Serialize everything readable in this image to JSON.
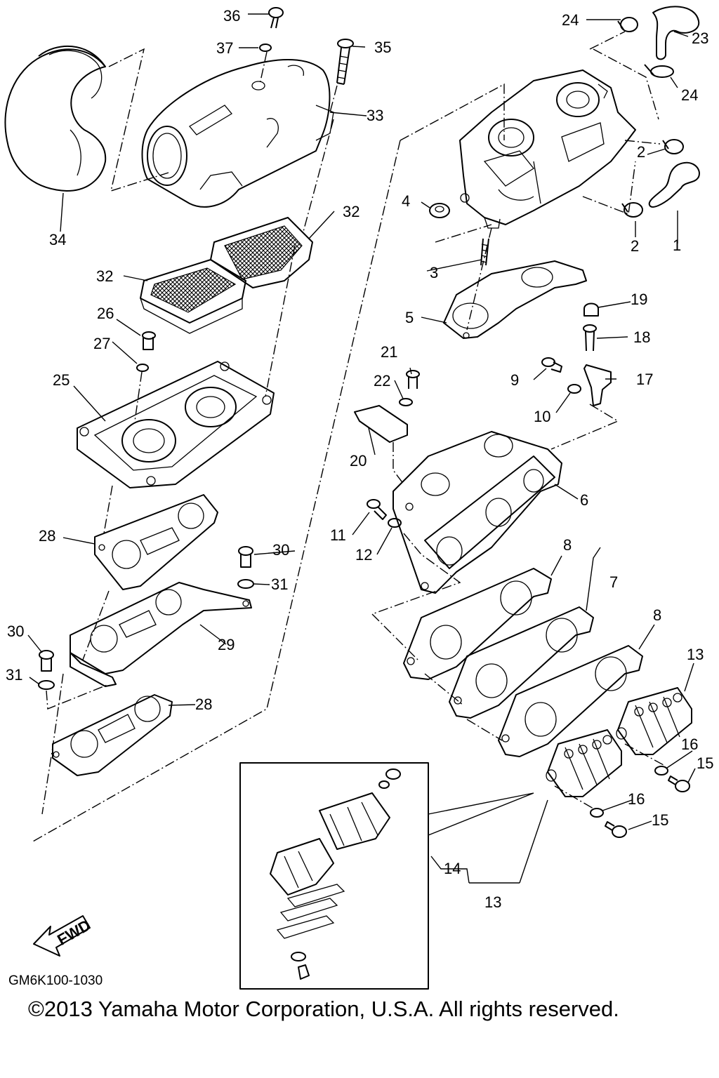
{
  "diagram_code": "GM6K100-1030",
  "copyright": "©2013 Yamaha Motor Corporation, U.S.A. All rights reserved.",
  "fwd_label": "FWD",
  "callouts": [
    {
      "id": "c1",
      "text": "1"
    },
    {
      "id": "c2a",
      "text": "2"
    },
    {
      "id": "c2b",
      "text": "2"
    },
    {
      "id": "c3",
      "text": "3"
    },
    {
      "id": "c4",
      "text": "4"
    },
    {
      "id": "c5",
      "text": "5"
    },
    {
      "id": "c6",
      "text": "6"
    },
    {
      "id": "c7",
      "text": "7"
    },
    {
      "id": "c8a",
      "text": "8"
    },
    {
      "id": "c8b",
      "text": "8"
    },
    {
      "id": "c9",
      "text": "9"
    },
    {
      "id": "c10",
      "text": "10"
    },
    {
      "id": "c11",
      "text": "11"
    },
    {
      "id": "c12",
      "text": "12"
    },
    {
      "id": "c13a",
      "text": "13"
    },
    {
      "id": "c13b",
      "text": "13"
    },
    {
      "id": "c14",
      "text": "14"
    },
    {
      "id": "c15a",
      "text": "15"
    },
    {
      "id": "c15b",
      "text": "15"
    },
    {
      "id": "c16a",
      "text": "16"
    },
    {
      "id": "c16b",
      "text": "16"
    },
    {
      "id": "c17",
      "text": "17"
    },
    {
      "id": "c18",
      "text": "18"
    },
    {
      "id": "c19",
      "text": "19"
    },
    {
      "id": "c20",
      "text": "20"
    },
    {
      "id": "c21",
      "text": "21"
    },
    {
      "id": "c22",
      "text": "22"
    },
    {
      "id": "c23",
      "text": "23"
    },
    {
      "id": "c24a",
      "text": "24"
    },
    {
      "id": "c24b",
      "text": "24"
    },
    {
      "id": "c25",
      "text": "25"
    },
    {
      "id": "c26",
      "text": "26"
    },
    {
      "id": "c27",
      "text": "27"
    },
    {
      "id": "c28a",
      "text": "28"
    },
    {
      "id": "c28b",
      "text": "28"
    },
    {
      "id": "c29",
      "text": "29"
    },
    {
      "id": "c30a",
      "text": "30"
    },
    {
      "id": "c30b",
      "text": "30"
    },
    {
      "id": "c31a",
      "text": "31"
    },
    {
      "id": "c31b",
      "text": "31"
    },
    {
      "id": "c32a",
      "text": "32"
    },
    {
      "id": "c32b",
      "text": "32"
    },
    {
      "id": "c33",
      "text": "33"
    },
    {
      "id": "c34",
      "text": "34"
    },
    {
      "id": "c35",
      "text": "35"
    },
    {
      "id": "c36",
      "text": "36"
    },
    {
      "id": "c37",
      "text": "37"
    }
  ]
}
